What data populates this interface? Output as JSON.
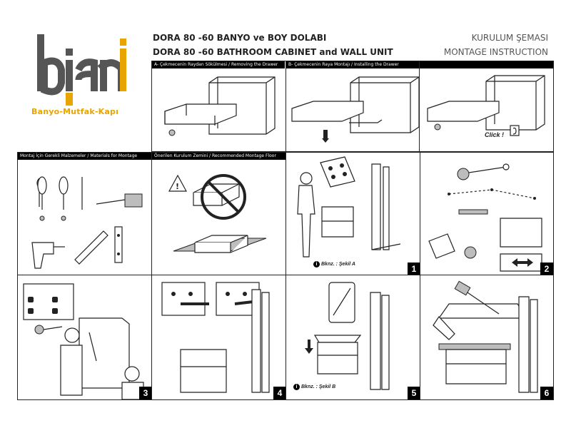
{
  "brand": {
    "logo_text": "biani",
    "tagline": "Banyo-Mutfak-Kapı",
    "colors": {
      "logo_gray": "#555555",
      "logo_accent": "#e8a400"
    }
  },
  "header": {
    "title_tr": "DORA 80 -60  BANYO ve BOY DOLABI",
    "title_en": "DORA 80 -60  BATHROOM CABINET and WALL UNIT",
    "doc_tr": "KURULUM ŞEMASI",
    "doc_en": "MONTAGE INSTRUCTION"
  },
  "sections": {
    "removing": "A- Çekmecenin Raydan Sökülmesi / Removing the Drawer",
    "installing": "B- Çekmecenin Raya Montajı / Installing the Drawer",
    "materials": "Montaj İçin Gerekli Malzemeler / Materials for Montage",
    "floor": "Önerilen Kurulum Zemini / Recommended Montage Floor"
  },
  "labels": {
    "click": "Click !",
    "note_a": "Bknz. : Şekil  A",
    "note_b": "Bknz. : Şekil  B",
    "info_icon": "i"
  },
  "steps": [
    "1",
    "2",
    "3",
    "4",
    "5",
    "6"
  ]
}
